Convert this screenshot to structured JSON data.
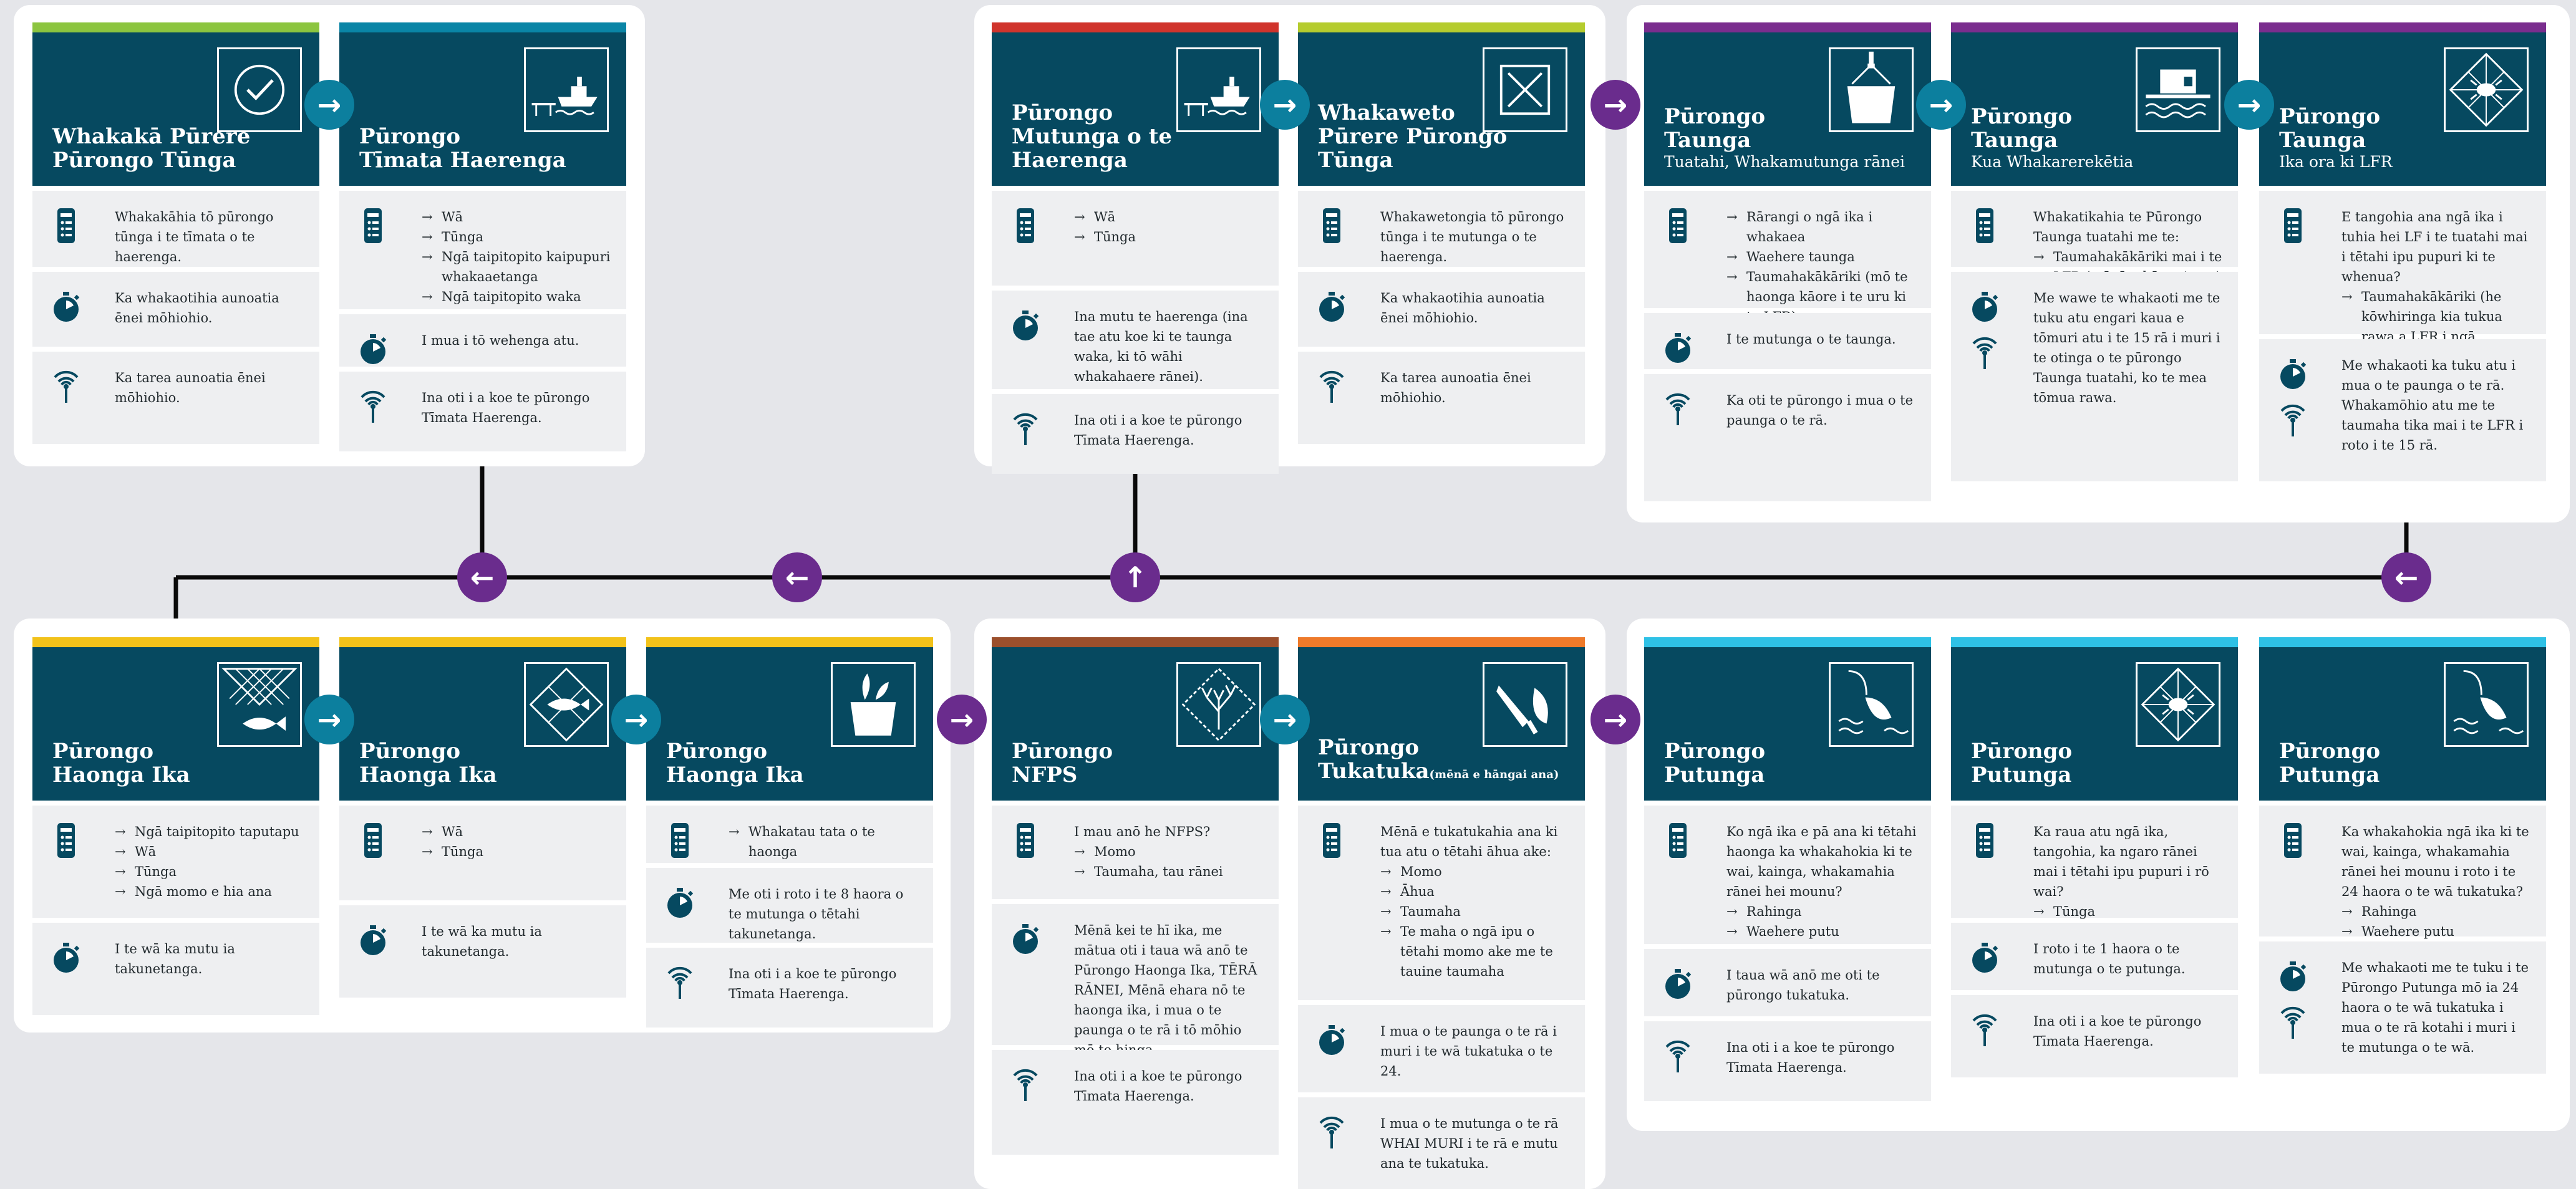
{
  "colors": {
    "navy": "#064960",
    "teal_arrow": "#0c7f9e",
    "purple_arrow": "#6a2c8d",
    "row_bg": "#eeeff1",
    "page_bg": "#e5e6ea",
    "lime": "#8cc53f",
    "blue": "#0a85a6",
    "red": "#d0342c",
    "purple": "#7a2d8e",
    "yellow": "#f2c21a",
    "brown": "#9b4f2c",
    "orange": "#ee7a2a",
    "cyan": "#2ec1e6"
  },
  "cards": [
    {
      "id": "c1",
      "accent": "#8cc53f",
      "pictogram": "checkmark-icon",
      "title": "Whakakā Pūrere\nPūrongo Tūnga",
      "subtitle": "",
      "rows": [
        {
          "icon": "device-icon",
          "lead": "Whakakāhia tō pūrongo tūnga i te tīmata o te haerenga.",
          "items": []
        },
        {
          "icon": "stopwatch-icon",
          "lead": "Ka whakaotihia aunoatia ēnei mōhiohio.",
          "items": []
        },
        {
          "icon": "signal-icon",
          "lead": "Ka tarea aunoatia ēnei mōhiohio.",
          "items": []
        }
      ]
    },
    {
      "id": "c2",
      "accent": "#0a85a6",
      "pictogram": "boat-wharf-icon",
      "title": "Pūrongo\nTīmata Haerenga",
      "subtitle": "",
      "rows": [
        {
          "icon": "device-icon",
          "lead": "",
          "items": [
            "Wā",
            "Tūnga",
            "Ngā taipitopito kaipupuri whakaaetanga",
            "Ngā taipitopito waka"
          ]
        },
        {
          "icon": "stopwatch-icon",
          "lead": "I mua i tō wehenga atu.",
          "items": []
        },
        {
          "icon": "signal-icon",
          "lead": "Ina oti i a koe te pūrongo Tīmata Haerenga.",
          "items": []
        }
      ]
    },
    {
      "id": "c3",
      "accent": "#d0342c",
      "pictogram": "boat-wharf-icon",
      "title": "Pūrongo\nMutunga o te Haerenga",
      "subtitle": "",
      "rows": [
        {
          "icon": "device-icon",
          "lead": "",
          "items": [
            "Wā",
            "Tūnga"
          ]
        },
        {
          "icon": "stopwatch-icon",
          "lead": "Ina mutu te haerenga (ina tae atu koe ki te taunga waka, ki tō wāhi whakahaere rānei).",
          "items": []
        },
        {
          "icon": "signal-icon",
          "lead": "Ina oti i a koe te pūrongo Tīmata Haerenga.",
          "items": []
        }
      ]
    },
    {
      "id": "c4",
      "accent": "#b5cc2e",
      "pictogram": "cross-box-icon",
      "title": "Whakaweto\nPūrere Pūrongo Tūnga",
      "subtitle": "",
      "rows": [
        {
          "icon": "device-icon",
          "lead": "Whakawetongia tō pūrongo tūnga i te mutunga o te haerenga.",
          "items": []
        },
        {
          "icon": "stopwatch-icon",
          "lead": "Ka whakaotihia aunoatia ēnei mōhiohio.",
          "items": []
        },
        {
          "icon": "signal-icon",
          "lead": "Ka tarea aunoatia ēnei mōhiohio.",
          "items": []
        }
      ]
    },
    {
      "id": "c5",
      "accent": "#7a2d8e",
      "pictogram": "crane-bin-icon",
      "title": "Pūrongo\nTaunga",
      "subtitle": "Tuatahi, Whakamutunga rānei",
      "rows": [
        {
          "icon": "device-icon",
          "lead": "",
          "items": [
            "Rārangi o ngā ika i whakaea",
            "Waehere taunga",
            "Taumahakākāriki (mō te haonga kāore i te uru ki te LFR)"
          ]
        },
        {
          "icon": "stopwatch-icon",
          "lead": "I te mutunga o te taunga.",
          "items": []
        },
        {
          "icon": "signal-icon",
          "lead": "Ka oti te pūrongo i mua o te paunga o te rā.",
          "items": []
        }
      ]
    },
    {
      "id": "c6",
      "accent": "#7a2d8e",
      "pictogram": "shed-water-icon",
      "title": "Pūrongo\nTaunga",
      "subtitle": "Kua Whakarerekētia",
      "rows": [
        {
          "icon": "device-icon",
          "lead": "Whakatikahia te Pūrongo Taunga tuatahi me te:",
          "items": [
            "Taumahakākāriki mai i te LFR (mēnā e hāngai ana)"
          ]
        },
        {
          "icon": "stopwatch-icon",
          "icon2": "signal-icon",
          "lead": "Me wawe te whakaoti me te tuku atu engari kaua e tōmuri atu i te 15 rā i muri i te otinga o te pūrongo Taunga tuatahi, ko te mea tōmua rawa.",
          "items": []
        }
      ]
    },
    {
      "id": "c7",
      "accent": "#7a2d8e",
      "pictogram": "net-crab-icon",
      "title": "Pūrongo\nTaunga",
      "subtitle": "Ika ora ki LFR",
      "rows": [
        {
          "icon": "device-icon",
          "lead": "E tangohia ana ngā ika i tuhia hei LF i te tuatahi mai i tētahi ipu pupuri ki te whenua?",
          "items": [
            "Taumahakākāriki (he kōwhiringa kia tukua rawa a LFR i ngā taumaha tika) mai i te LFR (mēnā e hāngai ana)"
          ]
        },
        {
          "icon": "stopwatch-icon",
          "icon2": "signal-icon",
          "lead": "Me whakaoti ka tuku atu i mua o te paunga o te rā. Whakamōhio atu me te taumaha tika mai i te LFR i roto i te 15 rā.",
          "items": []
        }
      ]
    },
    {
      "id": "c8",
      "accent": "#f2c21a",
      "pictogram": "trawl-net-fish-icon",
      "title": "Pūrongo\nHaonga Ika",
      "subtitle": "",
      "rows": [
        {
          "icon": "device-icon",
          "lead": "",
          "items": [
            "Ngā taipitopito taputapu",
            "Wā",
            "Tūnga",
            "Ngā momo e hia ana"
          ]
        },
        {
          "icon": "stopwatch-icon",
          "lead": "I te wā ka mutu ia takunetanga.",
          "items": []
        }
      ]
    },
    {
      "id": "c9",
      "accent": "#f2c21a",
      "pictogram": "net-fish-icon",
      "title": "Pūrongo\nHaonga Ika",
      "subtitle": "",
      "rows": [
        {
          "icon": "device-icon",
          "lead": "",
          "items": [
            "Wā",
            "Tūnga"
          ]
        },
        {
          "icon": "stopwatch-icon",
          "lead": "I te wā ka mutu ia takunetanga.",
          "items": []
        }
      ]
    },
    {
      "id": "c10",
      "accent": "#f2c21a",
      "pictogram": "fish-bin-icon",
      "title": "Pūrongo\nHaonga Ika",
      "subtitle": "",
      "rows": [
        {
          "icon": "device-icon",
          "lead": "",
          "items": [
            "Whakatau tata o te haonga"
          ]
        },
        {
          "icon": "stopwatch-icon",
          "lead": "Me oti i roto i te 8 haora o te mutunga o tētahi takunetanga.",
          "items": []
        },
        {
          "icon": "signal-icon",
          "lead": "Ina oti i a koe te pūrongo Tīmata Haerenga.",
          "items": []
        }
      ]
    },
    {
      "id": "c11",
      "accent": "#9b4f2c",
      "pictogram": "coral-net-icon",
      "title": "Pūrongo\nNFPS",
      "subtitle": "",
      "rows": [
        {
          "icon": "device-icon",
          "lead": "I mau anō he NFPS?",
          "items": [
            "Momo",
            "Taumaha, tau rānei"
          ]
        },
        {
          "icon": "stopwatch-icon",
          "lead": "Mēnā kei te hī ika, me mātua oti i taua wā anō te Pūrongo Haonga Ika, TĒRĀ RĀNEI, Mēnā ehara nō te haonga ika, i mua o te paunga o te rā i tō mōhio mō te hinga.",
          "items": []
        },
        {
          "icon": "signal-icon",
          "lead": "Ina oti i a koe te pūrongo Tīmata Haerenga.",
          "items": []
        }
      ]
    },
    {
      "id": "c12",
      "accent": "#ee7a2a",
      "pictogram": "knife-fish-icon",
      "title": "Pūrongo\nTukatuka",
      "subtitle": "",
      "title_suffix": "(mēnā e hāngai ana)",
      "rows": [
        {
          "icon": "device-icon",
          "lead": "Mēnā e tukatukahia ana ki tua atu o tētahi āhua ake:",
          "items": [
            "Momo",
            "Āhua",
            "Taumaha",
            "Te maha o ngā ipu o tētahi momo ake me te tauine taumaha"
          ]
        },
        {
          "icon": "stopwatch-icon",
          "lead": "I mua o te paunga o te rā i muri i te wā tukatuka o te 24.",
          "items": []
        },
        {
          "icon": "signal-icon",
          "lead": "I mua o te mutunga o te rā WHAI MURI i te rā e mutu ana te tukatuka.",
          "items": []
        }
      ]
    },
    {
      "id": "c13",
      "accent": "#2ec1e6",
      "pictogram": "fish-hook-water-icon",
      "title": "Pūrongo\nPutunga",
      "subtitle": "",
      "rows": [
        {
          "icon": "device-icon",
          "lead": "Ko ngā ika e pā ana ki tētahi haonga ka whakahokia ki te wai, kainga, whakamahia rānei hei mounu?",
          "items": [
            "Rahinga",
            "Waehere putu"
          ]
        },
        {
          "icon": "stopwatch-icon",
          "lead": "I taua wā anō me oti te pūrongo tukatuka.",
          "items": []
        },
        {
          "icon": "signal-icon",
          "lead": "Ina oti i a koe te pūrongo Tīmata Haerenga.",
          "items": []
        }
      ]
    },
    {
      "id": "c14",
      "accent": "#2ec1e6",
      "pictogram": "net-crab-icon",
      "title": "Pūrongo\nPutunga",
      "subtitle": "",
      "rows": [
        {
          "icon": "device-icon",
          "lead": "Ka raua atu ngā ika, tangohia, ka ngaro rānei mai i tētahi ipu pupuri i rō wai?",
          "items": [
            "Tūnga",
            "Rahinga",
            "Waehere putu"
          ]
        },
        {
          "icon": "stopwatch-icon",
          "lead": "I roto i te 1 haora o te mutunga o te putunga.",
          "items": []
        },
        {
          "icon": "signal-icon",
          "lead": "Ina oti i a koe te pūrongo Tīmata Haerenga.",
          "items": []
        }
      ]
    },
    {
      "id": "c15",
      "accent": "#2ec1e6",
      "pictogram": "fish-hook-water-icon",
      "title": "Pūrongo\nPutunga",
      "subtitle": "",
      "rows": [
        {
          "icon": "device-icon",
          "lead": "Ka whakahokia ngā ika ki te wai, kainga, whakamahia rānei hei mounu i roto i te 24 haora o te wā tukatuka?",
          "items": [
            "Rahinga",
            "Waehere putu"
          ]
        },
        {
          "icon": "stopwatch-icon",
          "icon2": "signal-icon",
          "lead": "Me whakaoti me te tuku i te Pūrongo Putunga mō ia 24 haora o te wā tukatuka i mua o te rā kotahi i muri i te mutunga o te wā.",
          "items": []
        }
      ]
    }
  ]
}
